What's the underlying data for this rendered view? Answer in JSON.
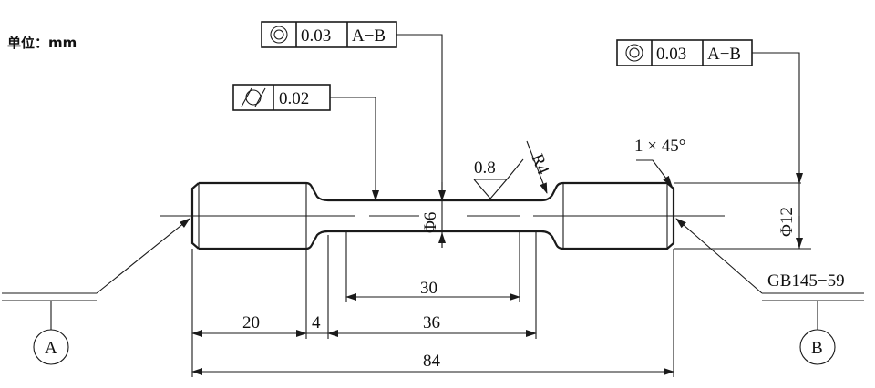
{
  "unit_label": "单位：mm",
  "frames": {
    "concentricity_top": {
      "value": "0.03",
      "datum": "A−B"
    },
    "cylindricity": {
      "value": "0.02"
    },
    "concentricity_right": {
      "value": "0.03",
      "datum": "A−B"
    }
  },
  "annotations": {
    "roughness": "0.8",
    "radius": "R4",
    "chamfer": "1 × 45°",
    "diameter_small": "Φ6",
    "diameter_large": "Φ12",
    "standard": "GB145−59"
  },
  "dimensions": {
    "d30": "30",
    "d20": "20",
    "d4": "4",
    "d36": "36",
    "d84": "84"
  },
  "datums": {
    "a": "A",
    "b": "B"
  }
}
